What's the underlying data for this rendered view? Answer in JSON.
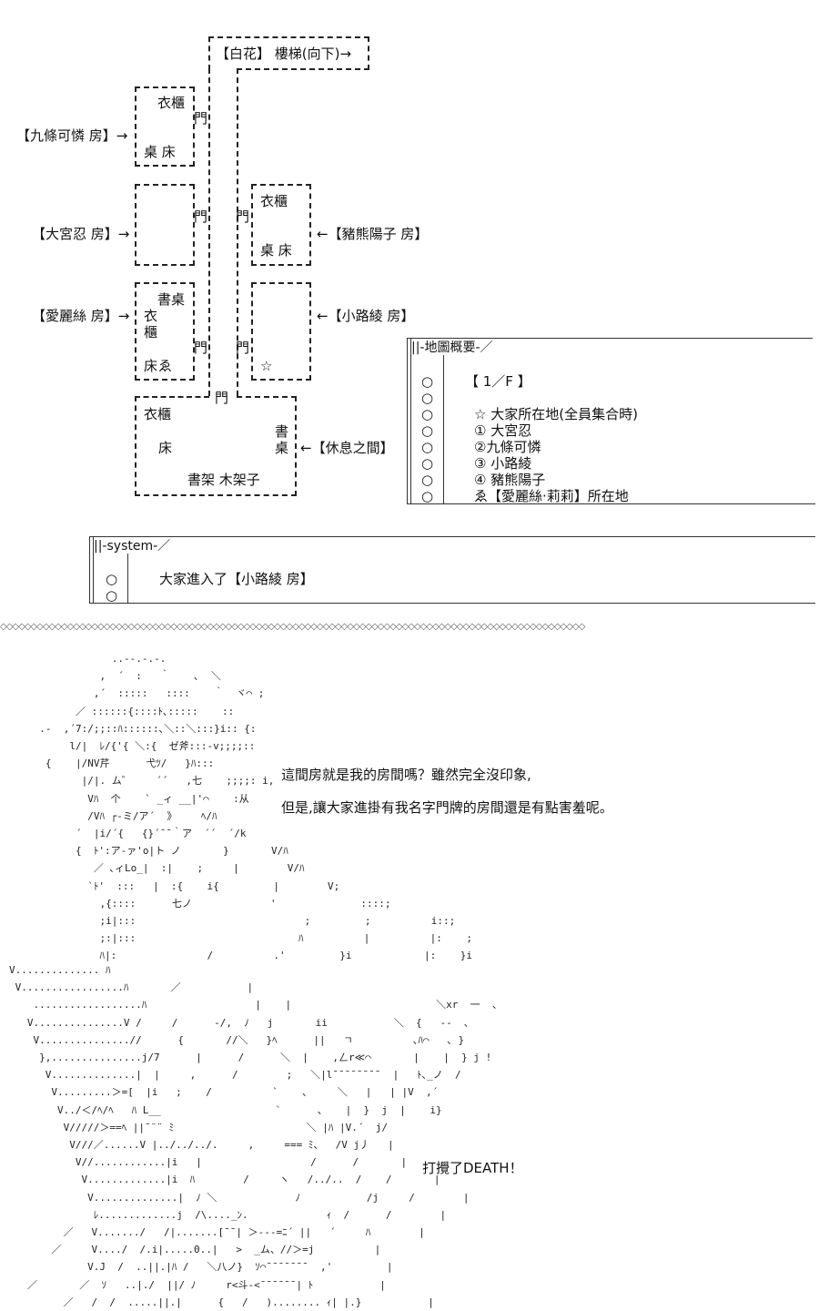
{
  "map": {
    "stairs": "【白花】 樓梯(向下)→",
    "rooms": {
      "kujo": {
        "label": "【九條可憐 房】→",
        "wardrobe": "衣櫃",
        "door": "門",
        "desk_bed": "桌 床"
      },
      "omiya": {
        "label": "【大宮忍 房】→",
        "door": "門"
      },
      "inokuma": {
        "label": "←【豬熊陽子 房】",
        "wardrobe": "衣櫃",
        "door": "門",
        "desk_bed": "桌 床"
      },
      "alice": {
        "label": "【愛麗絲 房】→",
        "desk": "書桌",
        "wardrobe1": "衣",
        "wardrobe2": "櫃",
        "bed": "床",
        "marker": "ゑ",
        "door": "門"
      },
      "komichi": {
        "label": "←【小路綾 房】",
        "door": "門",
        "star": "☆"
      },
      "lounge": {
        "label": "←【休息之間】",
        "wardrobe": "衣櫃",
        "bed": "床",
        "desk1": "書",
        "desk2": "桌",
        "shelves": "書架 木架子",
        "door": "門"
      }
    }
  },
  "overview": {
    "title": "||-地圖概要-／",
    "floor": "【 1／F 】",
    "legend": [
      "☆ 大家所在地(全員集合時)",
      "① 大宮忍",
      "②九條可憐",
      "③ 小路綾",
      "④ 豬熊陽子",
      "ゑ【愛麗絲·莉莉】所在地"
    ],
    "bullet": "○"
  },
  "system": {
    "title": "||-system-／",
    "message": "大家進入了【小路綾 房】",
    "bullet": "○"
  },
  "separator": "◇◇◇◇◇◇◇◇◇◇◇◇◇◇◇◇◇◇◇◇◇◇◇◇◇◇◇◇◇◇◇◇◇◇◇◇◇◇◇◇◇◇◇◇◇◇◇◇◇◇◇◇◇◇◇◇◇◇◇◇◇◇◇◇◇◇◇◇◇◇◇◇◇◇◇◇◇◇◇◇◇◇◇◇◇◇◇◇◇◇◇◇◇◇◇◇",
  "dialogue": {
    "line1": "這間房就是我的房間嗎？雖然完全沒印象,",
    "line2": "但是,讓大家進掛有我名字門牌的房間還是有點害羞呢。",
    "line3": "打攪了DEATH！"
  },
  "art": {
    "girl": "              ..--.-.-.\n            ,  ´  :   ｀    ､  ＼\n           ,´  :::::   ::::    ｀  ヾ⌒ ;\n        ／ ::::::{::::ﾄ､:::::    ::\n  .-  ,´7:/;;::ﾊ::::::､＼::＼:::}i:: {:\n       l/|  ﾚ/{'{ ＼:{  ゼ斧:::-v;;;;::\n   {    |/NV芹      弋ﾂ/   }ﾊ:::\n         |/|. ム゛    ´´   ,七    ;;;;: i,\n          Vﾊ  个    ` _ィ __|'⌒    :从\n          /Vﾊ ┌-ミ/ア´  》    ﾍ/ﾊ\n        ´  |i/´{   {}´¯¯｀ア  ´´  ´/k\n        {  ﾄ':ア-ァ'o|ト ノ       }       V/ﾊ\n           ／ ､ィLo_|  :|    ;     |        V/ﾊ\n          `ﾄ'  :::   |  :{    i{         |        V;\n            ,{::::      七ノ             '              ::::;\n            ;i|:::                            ;         ;          i::;\n            ;:|:::                           ﾊ          |          |:    ;\n            ﾊ|:               /          .'         }i            |:    }i",
    "grab": "V.............. ﾊ\n V.................ﾊ       ／           |\n    ..................ﾊ                  |    |                        ＼xr  一  、\n   V...............V /     /      -/,  ﾉ   j       ii           ＼  {   --  ､\n    V...............//      {       //＼   }ﾍ      ||   ㄱ          ､ﾊ⌒   ､ }\n     },...............j/7      |      /      ＼  |    ,ㄥr≪⌒       |    |  } j !\n      V..............|  |     ,      /        ;   ＼|l¯¯¯¯¯¯¯¯  |   ﾄ､_ノ  /\n       V.........＞=[  |i   ;    /          `    ､     ＼   |   | |V  ,´\n        V../＜/ﾍ/ﾍ   ﾊ L__                   `      、   |  }  j  |    i}\n         V/////＞==ﾍ ||¯¨¨ ﾐ                      ＼ |ﾊ |V.´  j/\n          V///／......V |../../../.     ,     === ﾐ、  /V j丿   |\n           V//............|i   |                  /      /       |\n            V.............|i  ﾊ        /     ヽ   /../..  /    /       |\n             V..............|  ﾉ ＼             ﾉ           /j     /        |\n              ﾚ.............j  /\\...._ﾝ.             ｨ  /      /        |\n         ／   V......./   /|.......[¯¯| ＞---=ﾆ´ ||   ´     ﾊ        |\n       ／     V..../  /.i|.....0..|   >  _ム、//＞=j          |\n             V.J  /  ..||.|ﾊ /   ＼八ノ}  ｿ⌒¯¯¯¯¯¯¯  ,'         |\n   ／       ／  ｿ   ..|./  ||/ ﾉ     r<斗-<¯¯¯¯¯¯| ﾄ           |\n         ／   /  /  .....||.|      {   /   )........ ｨ| |.}           |"
  }
}
